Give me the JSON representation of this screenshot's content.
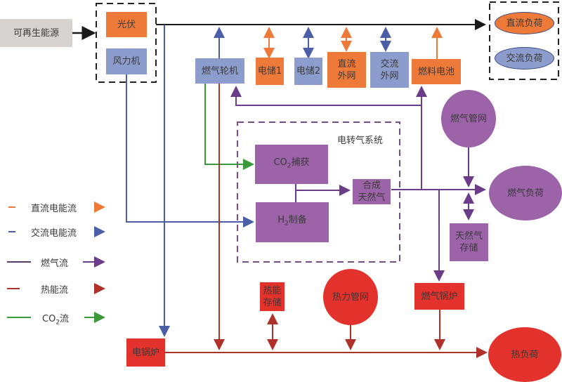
{
  "colors": {
    "dc_power": "#ee7a3a",
    "ac_power": "#4a5fa8",
    "gas": "#6a3c8a",
    "heat": "#b0302a",
    "co2": "#3a9a3a",
    "black": "#1a1a1a"
  },
  "nodes": {
    "renewable": "可再生能源",
    "pv": "光伏",
    "wind": "风力机",
    "dc_load": "直流负荷",
    "ac_load": "交流负荷",
    "gas_turbine": "燃气轮机",
    "storage1": "电储1",
    "storage2": "电储2",
    "dc_grid_l1": "直流",
    "dc_grid_l2": "外网",
    "ac_grid_l1": "交流",
    "ac_grid_l2": "外网",
    "fuel_cell": "燃料电池",
    "p2g_system": "电转气系统",
    "co2_capture_prefix": "CO",
    "co2_capture_sub": "2",
    "co2_capture_suffix": "捕获",
    "h2_prefix": "H",
    "h2_sub": "2",
    "h2_suffix": "制备",
    "syngas_l1": "合成",
    "syngas_l2": "天然气",
    "gas_network": "燃气管网",
    "gas_load": "燃气负荷",
    "gas_storage_l1": "天然气",
    "gas_storage_l2": "存储",
    "heat_storage_l1": "热能",
    "heat_storage_l2": "存储",
    "heat_network": "热力管网",
    "gas_boiler": "燃气锅炉",
    "electric_boiler": "电锅炉",
    "heat_load": "热负荷"
  },
  "legend": [
    {
      "label": "直流电能流",
      "color": "dc_power"
    },
    {
      "label": "交流电能流",
      "color": "ac_power"
    },
    {
      "label": "燃气流",
      "color": "gas"
    },
    {
      "label": "热能流",
      "color": "heat"
    },
    {
      "label_prefix": "CO",
      "label_sub": "2",
      "label_suffix": "流",
      "color": "co2"
    }
  ]
}
